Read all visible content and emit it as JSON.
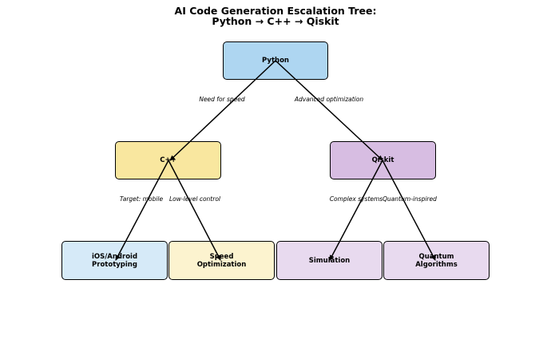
{
  "title_line1": "AI Code Generation Escalation Tree:",
  "title_line2": "Python → C++ → Qiskit",
  "nodes": {
    "python": {
      "label": "Python",
      "color": "#aed6f1"
    },
    "cpp": {
      "label": "C++",
      "color": "#f9e79f"
    },
    "qiskit": {
      "label": "Qiskit",
      "color": "#d7bde2"
    },
    "ios": {
      "label": "iOS/Android\nPrototyping",
      "color": "#d6eaf8"
    },
    "speed": {
      "label": "Speed\nOptimization",
      "color": "#fcf3cf"
    },
    "simulation": {
      "label": "Simulation",
      "color": "#e8daef"
    },
    "quantum": {
      "label": "Quantum\nAlgorithms",
      "color": "#e8daef"
    }
  },
  "edges": {
    "python_cpp": "Need for speed",
    "python_qiskit": "Advanced optimization",
    "cpp_ios": "Target: mobile",
    "cpp_speed": "Low-level control",
    "qiskit_simulation": "Complex systems",
    "qiskit_quantum": "Quantum-inspired"
  }
}
